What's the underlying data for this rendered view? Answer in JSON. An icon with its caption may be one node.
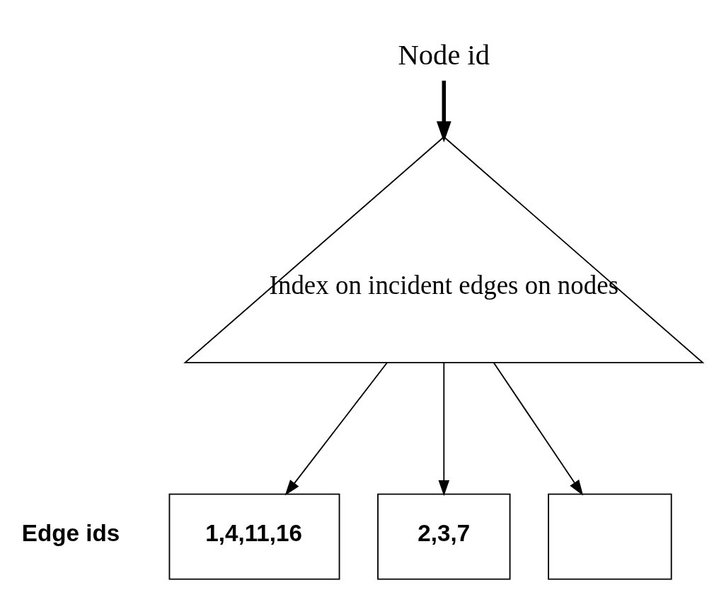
{
  "diagram": {
    "nodes": [
      {
        "text": [
          "Node id"
        ]
      },
      {
        "text": [
          "Index on incident edges on nodes"
        ]
      },
      {
        "text": [
          "1,4,11,16"
        ]
      },
      {
        "text": [
          "2,3,7"
        ]
      },
      {
        "text": [],
        "shape": "box"
      }
    ],
    "edges": [
      {
        "from": 0,
        "to": 1,
        "arrow": "to",
        "style": "thick"
      },
      {
        "from": 1,
        "to": 2,
        "arrow": "to"
      },
      {
        "from": 1,
        "to": 3,
        "arrow": "to"
      },
      {
        "from": 1,
        "to": 4,
        "arrow": "to"
      }
    ],
    "labels": [
      "Edge ids"
    ]
  }
}
